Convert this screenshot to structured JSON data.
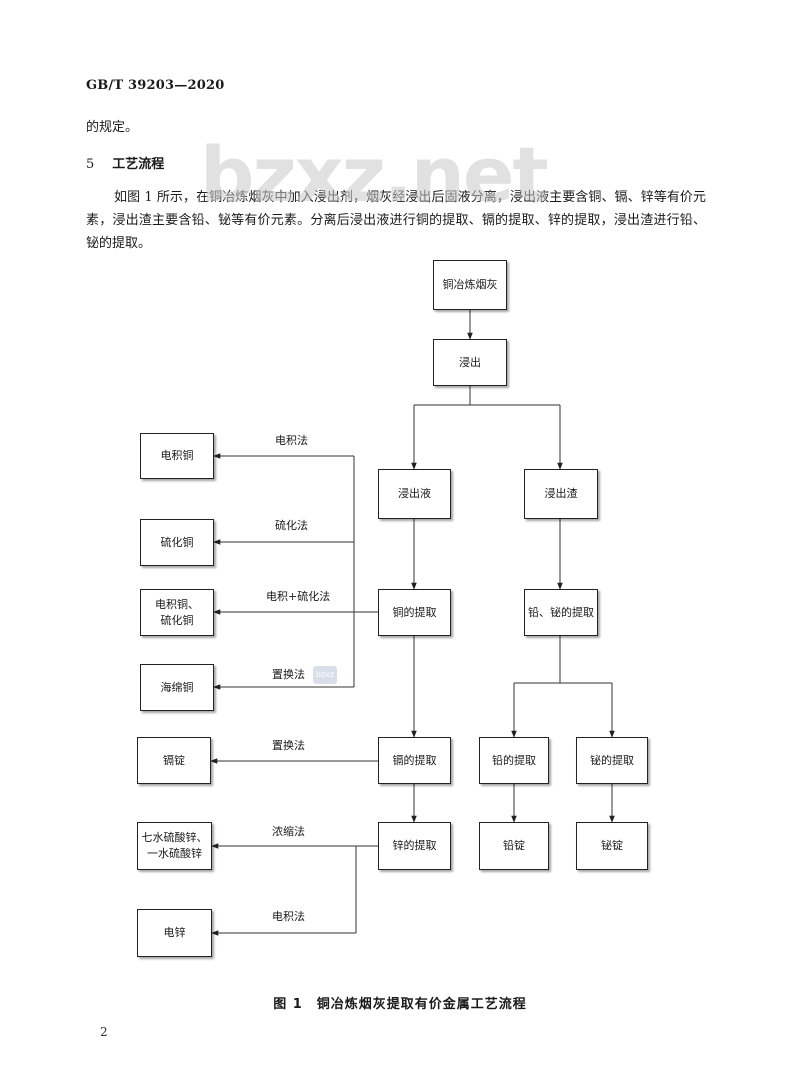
{
  "header": {
    "standard_no": "GB/T 39203—2020"
  },
  "continuation_text": "的规定。",
  "section": {
    "number": "5",
    "title": "工艺流程"
  },
  "body_text": "如图 1 所示，在铜冶炼烟灰中加入浸出剂，烟灰经浸出后固液分离，浸出液主要含铜、镉、锌等有价元素，浸出渣主要含铅、铋等有价元素。分离后浸出液进行铜的提取、镉的提取、锌的提取，浸出渣进行铅、铋的提取。",
  "watermark": {
    "text": "bzxz.net",
    "badge": "bzxz"
  },
  "flowchart": {
    "boxes": {
      "smelting_dust": "铜冶炼烟灰",
      "leaching": "浸出",
      "leachate": "浸出液",
      "leach_residue": "浸出渣",
      "copper_extraction": "铜的提取",
      "lead_bismuth_extraction": "铅、铋的提取",
      "electro_copper": "电积铜",
      "copper_sulfide": "硫化铜",
      "electro_copper_sulfide": "电积铜、\n硫化铜",
      "sponge_copper": "海绵铜",
      "cadmium_extraction": "镉的提取",
      "cadmium_ingot": "镉锭",
      "lead_extraction": "铅的提取",
      "bismuth_extraction": "铋的提取",
      "zinc_extraction": "锌的提取",
      "zinc_sulfate": "七水硫酸锌、\n一水硫酸锌",
      "electro_zinc": "电锌",
      "lead_ingot": "铅锭",
      "bismuth_ingot": "铋锭"
    },
    "labels": {
      "electrowinning_1": "电积法",
      "sulfidation": "硫化法",
      "electro_sulfidation": "电积+硫化法",
      "cementation_1": "置换法",
      "cementation_2": "置换法",
      "concentration": "浓缩法",
      "electrowinning_2": "电积法"
    }
  },
  "figure_caption": "图 1　铜冶炼烟灰提取有价金属工艺流程",
  "page_number": "2"
}
